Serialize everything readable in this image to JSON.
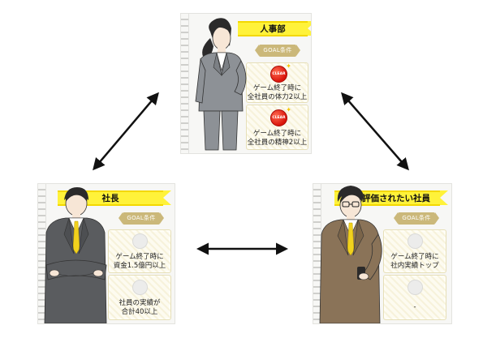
{
  "goal_label": "GOAL条件",
  "clear_label": "CLEAR",
  "cards": {
    "hr": {
      "role": "人事部",
      "conditions": [
        {
          "text": "ゲーム終了時に\n全社員の体力2以上",
          "status": "clear"
        },
        {
          "text": "ゲーム終了時に\n全社員の精神2以上",
          "status": "clear"
        }
      ]
    },
    "president": {
      "role": "社長",
      "conditions": [
        {
          "text": "ゲーム終了時に\n資金1.5億円以上",
          "status": "pending"
        },
        {
          "text": "社員の実績が\n合計40以上",
          "status": "pending"
        }
      ]
    },
    "employee": {
      "role": "評価されたい社員",
      "conditions": [
        {
          "text": "ゲーム終了時に\n社内実績トップ",
          "status": "pending"
        },
        {
          "text": "-",
          "status": "pending"
        }
      ]
    }
  },
  "colors": {
    "ribbon": "#fff23a",
    "goal_badge": "#cbb87a",
    "arrow": "#111111"
  }
}
